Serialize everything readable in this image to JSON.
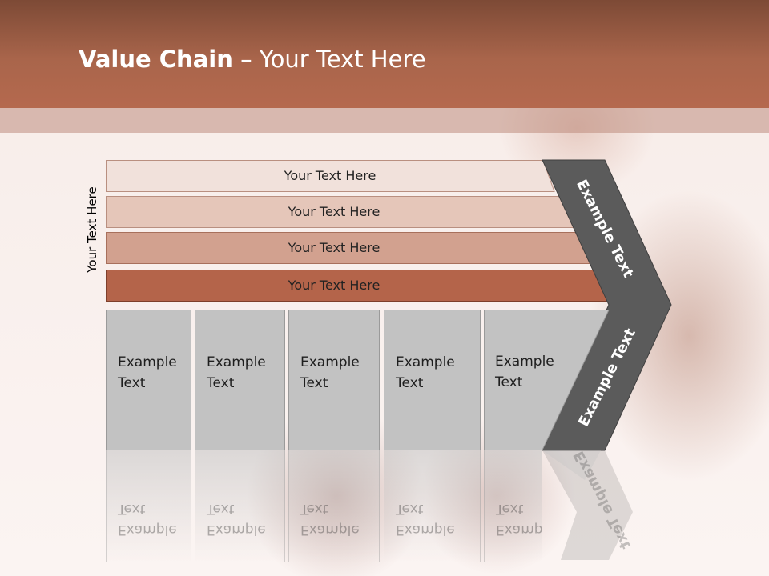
{
  "title": {
    "bold": "Value Chain",
    "rest": " – Your Text Here"
  },
  "side_label": "Your Text Here",
  "bars": [
    {
      "label": "Your Text Here",
      "fill": "#f1e1db"
    },
    {
      "label": "Your Text Here",
      "fill": "#e5c6b9"
    },
    {
      "label": "Your Text Here",
      "fill": "#d2a18f"
    },
    {
      "label": "Your Text Here",
      "fill": "#b4644a"
    }
  ],
  "boxes": [
    {
      "label": "Example\nText"
    },
    {
      "label": "Example\nText"
    },
    {
      "label": "Example\nText"
    },
    {
      "label": "Example\nText"
    },
    {
      "label": "Example\nText"
    }
  ],
  "chevron": {
    "top_label": "Example Text",
    "bottom_label": "Example Text",
    "fill": "#5b5b5b"
  },
  "colors": {
    "header": "#a9654b",
    "box": "#c2c2c2"
  }
}
